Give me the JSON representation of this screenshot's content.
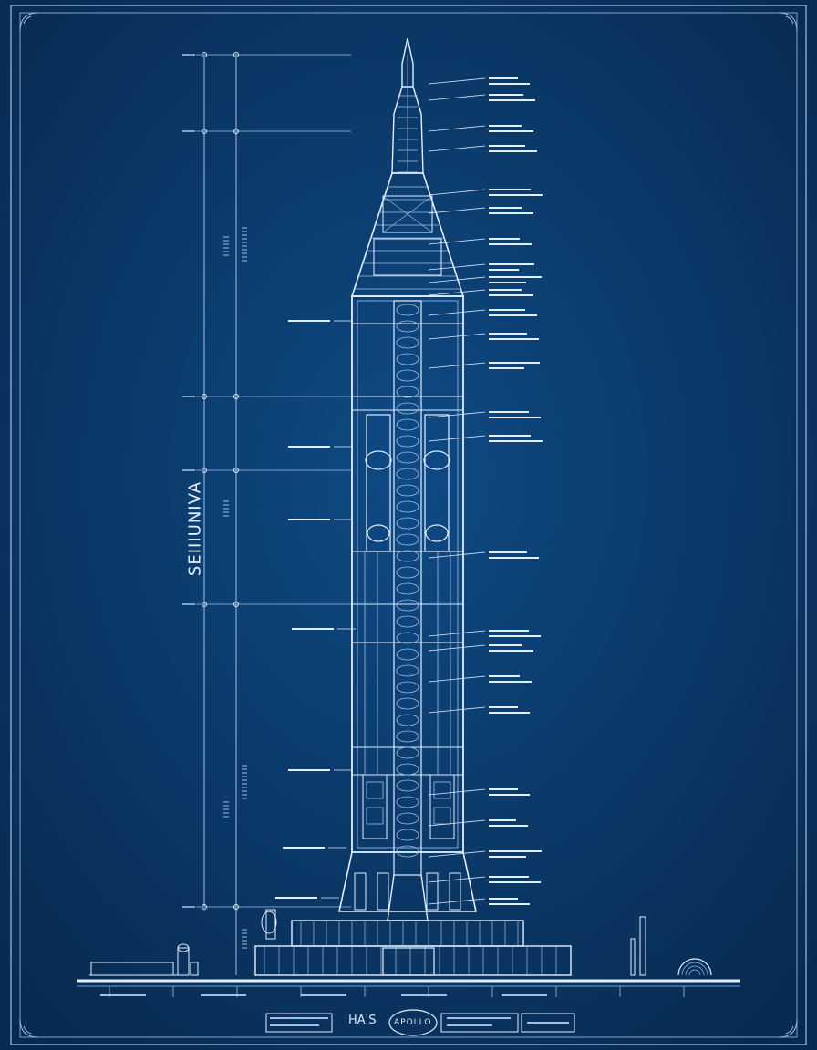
{
  "diagram": {
    "vertical_title": "SEIIIUNIVA",
    "title_block_label": "HA'S",
    "emblem_text": "APOLLO",
    "colors": {
      "background": "#0b3a6b",
      "background_edge": "#072a4f",
      "line": "#e3eeff",
      "line_dim": "#9fc0e8"
    }
  }
}
